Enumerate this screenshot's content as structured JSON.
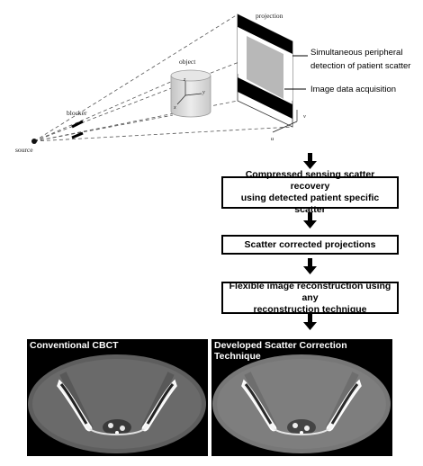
{
  "geometry_diagram": {
    "source_label": "source",
    "blocker_label": "blocker",
    "object_label": "object",
    "projection_label": "projection",
    "axis_labels": {
      "z": "z",
      "y": "y",
      "x": "x",
      "u": "u",
      "v": "v"
    },
    "annotation_scatter_line1": "Simultaneous  peripheral",
    "annotation_scatter_line2": "detection of patient scatter",
    "annotation_acquisition": "Image  data acquisition"
  },
  "flow_steps": [
    {
      "line1": "Compressed sensing scatter recovery",
      "line2": "using detected patient specific scatter"
    },
    {
      "line1": "Scatter corrected projections",
      "line2": ""
    },
    {
      "line1": "Flexible image reconstruction using any",
      "line2": "reconstruction technique"
    }
  ],
  "panels": {
    "left_title": "Conventional CBCT",
    "right_title": "Developed Scatter Correction Technique"
  },
  "colors": {
    "detector_bar": "#000000",
    "detector_field": "#b8b8b8",
    "cylinder": "#dcdcdc",
    "arrow": "#000000",
    "ct_background": "#000000"
  }
}
